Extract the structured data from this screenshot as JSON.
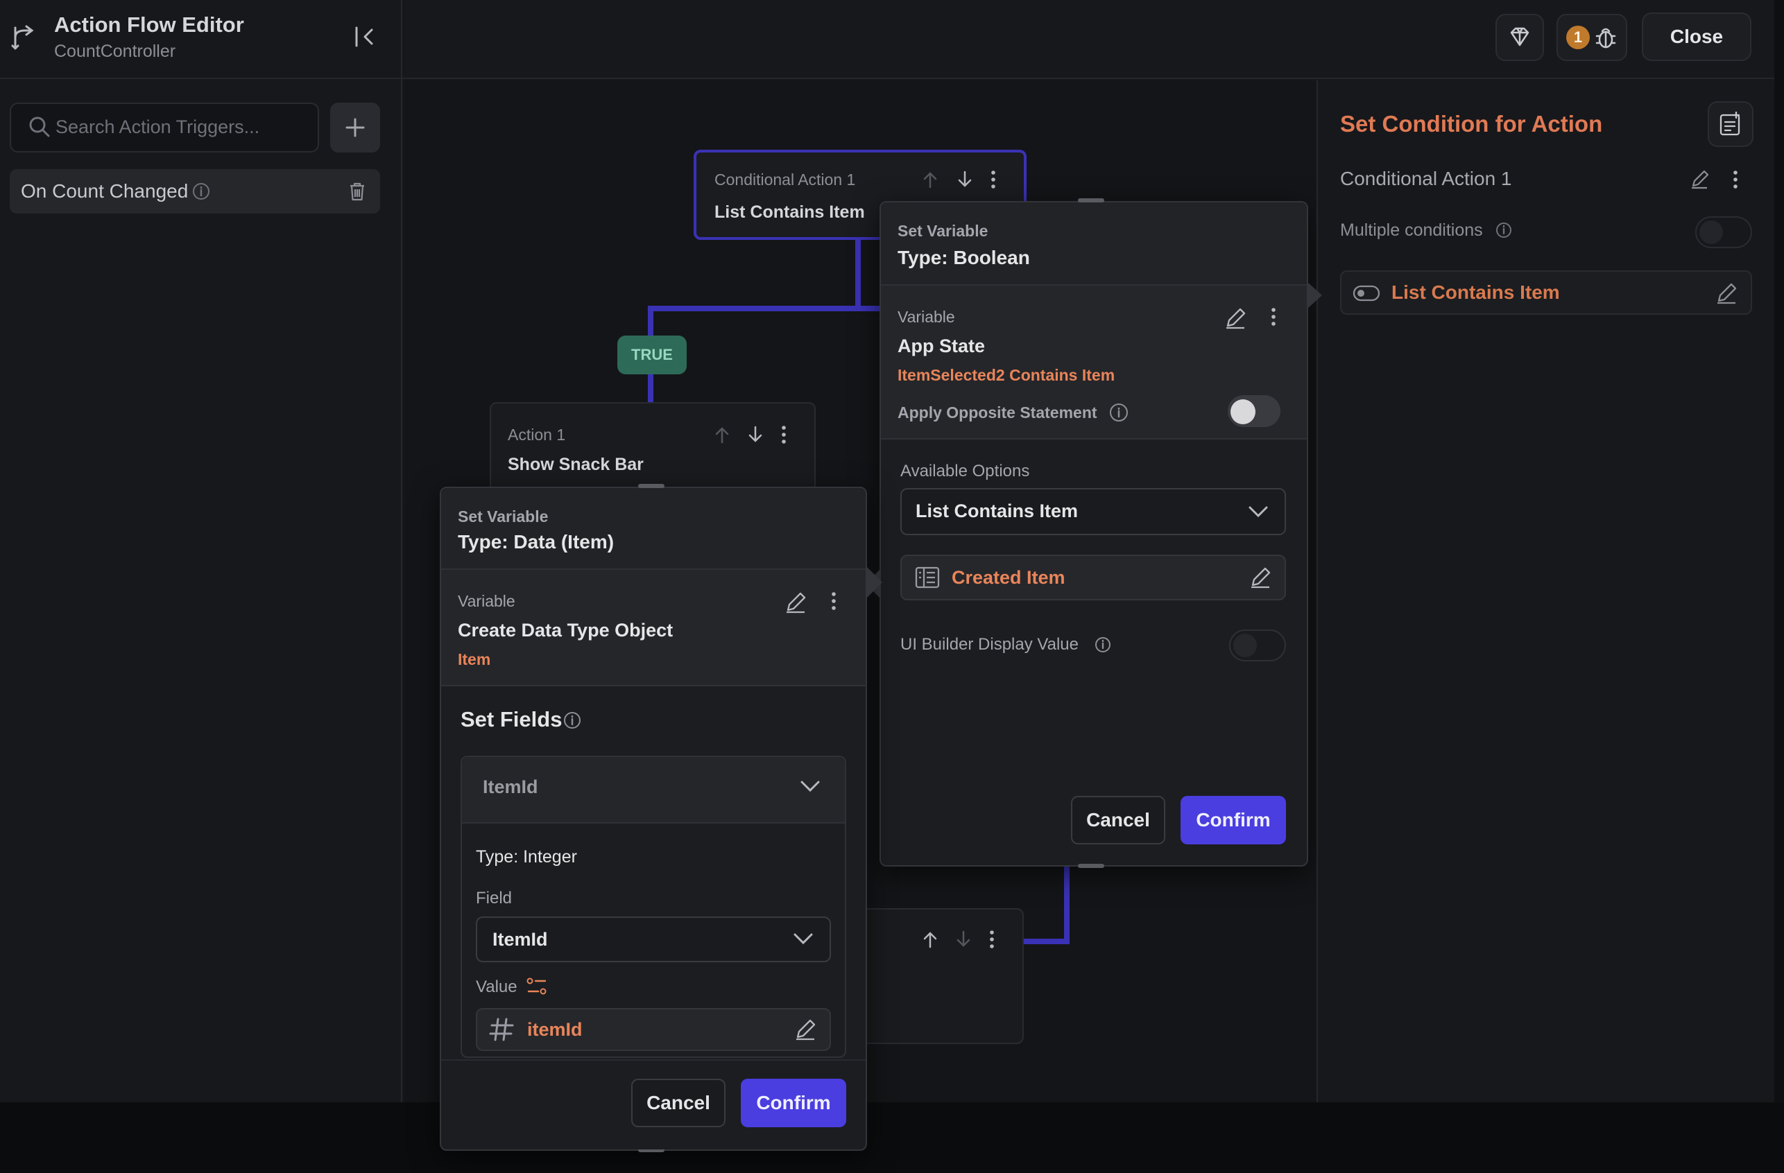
{
  "header": {
    "title": "Action Flow Editor",
    "subtitle": "CountController",
    "close_label": "Close",
    "badge_count": "1"
  },
  "left_panel": {
    "search_placeholder": "Search Action Triggers...",
    "trigger_label": "On Count Changed"
  },
  "canvas": {
    "conditional_node": {
      "label": "Conditional Action 1",
      "value": "List Contains Item"
    },
    "true_label": "TRUE",
    "action_node": {
      "label": "Action 1",
      "value": "Show Snack Bar"
    }
  },
  "popup_boolean": {
    "header_small": "Set Variable",
    "header_type": "Type: Boolean",
    "variable_label": "Variable",
    "variable_value": "App State",
    "variable_sub": "ItemSelected2 Contains Item",
    "opposite_label": "Apply Opposite Statement",
    "available_options_label": "Available Options",
    "selected_option": "List Contains Item",
    "created_item_label": "Created Item",
    "ui_builder_label": "UI Builder Display Value",
    "cancel_label": "Cancel",
    "confirm_label": "Confirm"
  },
  "popup_data": {
    "header_small": "Set Variable",
    "header_type": "Type: Data (Item)",
    "variable_label": "Variable",
    "variable_value": "Create Data Type Object",
    "variable_sub": "Item",
    "set_fields_label": "Set Fields",
    "field_select_value": "ItemId",
    "type_label": "Type: Integer",
    "field_label": "Field",
    "field_value": "ItemId",
    "value_label": "Value",
    "value_text": "itemId",
    "cancel_label": "Cancel",
    "confirm_label": "Confirm"
  },
  "right_panel": {
    "title": "Set Condition for Action",
    "conditional_item": "Conditional Action 1",
    "multiple_conditions_label": "Multiple conditions",
    "condition_label": "List Contains Item"
  },
  "colors": {
    "accent": "#4a3ee0",
    "connector": "#3a32b5",
    "orange": "#e9855a",
    "true_pill": "#2d6a58"
  }
}
